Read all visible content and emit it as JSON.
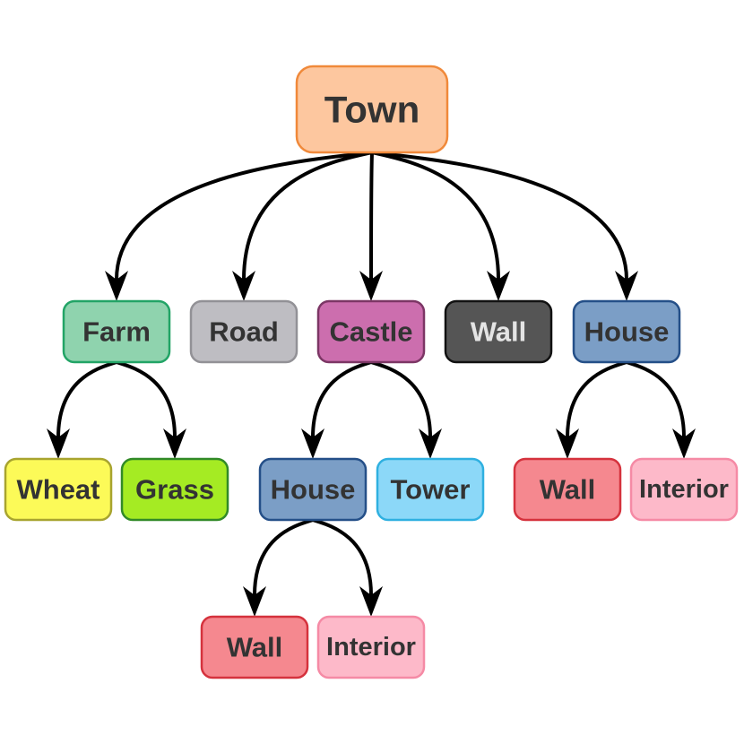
{
  "nodes": [
    {
      "id": "town",
      "label": "Town",
      "fill": "#FDC79F",
      "stroke": "#F0893A",
      "text": "#333333",
      "size": "large"
    },
    {
      "id": "farm",
      "label": "Farm",
      "fill": "#8FD3AE",
      "stroke": "#22A466",
      "text": "#333333"
    },
    {
      "id": "road",
      "label": "Road",
      "fill": "#BEBDC2",
      "stroke": "#929196",
      "text": "#333333"
    },
    {
      "id": "castle",
      "label": "Castle",
      "fill": "#CC6EAE",
      "stroke": "#7C3665",
      "text": "#333333"
    },
    {
      "id": "wall-top",
      "label": "Wall",
      "fill": "#555555",
      "stroke": "#111111",
      "text": "#E4E4E4"
    },
    {
      "id": "house-top",
      "label": "House",
      "fill": "#7B9EC6",
      "stroke": "#244F88",
      "text": "#333333"
    },
    {
      "id": "wheat",
      "label": "Wheat",
      "fill": "#FCFA58",
      "stroke": "#A8A42F",
      "text": "#333333"
    },
    {
      "id": "grass",
      "label": "Grass",
      "fill": "#A5EB23",
      "stroke": "#318A27",
      "text": "#333333"
    },
    {
      "id": "house-mid",
      "label": "House",
      "fill": "#7B9EC6",
      "stroke": "#244F88",
      "text": "#333333"
    },
    {
      "id": "tower",
      "label": "Tower",
      "fill": "#8CD8F8",
      "stroke": "#2FB0E0",
      "text": "#333333"
    },
    {
      "id": "wall-right",
      "label": "Wall",
      "fill": "#F5888F",
      "stroke": "#D5323D",
      "text": "#333333"
    },
    {
      "id": "interior-right",
      "label": "Interior",
      "fill": "#FDB9C9",
      "stroke": "#F58AA5",
      "text": "#333333"
    },
    {
      "id": "wall-bottom",
      "label": "Wall",
      "fill": "#F5888F",
      "stroke": "#D5323D",
      "text": "#333333"
    },
    {
      "id": "interior-bottom",
      "label": "Interior",
      "fill": "#FDB9C9",
      "stroke": "#F58AA5",
      "text": "#333333"
    }
  ],
  "edges": [
    {
      "from": "town",
      "to": "farm"
    },
    {
      "from": "town",
      "to": "road"
    },
    {
      "from": "town",
      "to": "castle"
    },
    {
      "from": "town",
      "to": "wall-top"
    },
    {
      "from": "town",
      "to": "house-top"
    },
    {
      "from": "farm",
      "to": "wheat"
    },
    {
      "from": "farm",
      "to": "grass"
    },
    {
      "from": "castle",
      "to": "house-mid"
    },
    {
      "from": "castle",
      "to": "tower"
    },
    {
      "from": "house-top",
      "to": "wall-right"
    },
    {
      "from": "house-top",
      "to": "interior-right"
    },
    {
      "from": "house-mid",
      "to": "wall-bottom"
    },
    {
      "from": "house-mid",
      "to": "interior-bottom"
    }
  ],
  "edge_color": "#000000"
}
